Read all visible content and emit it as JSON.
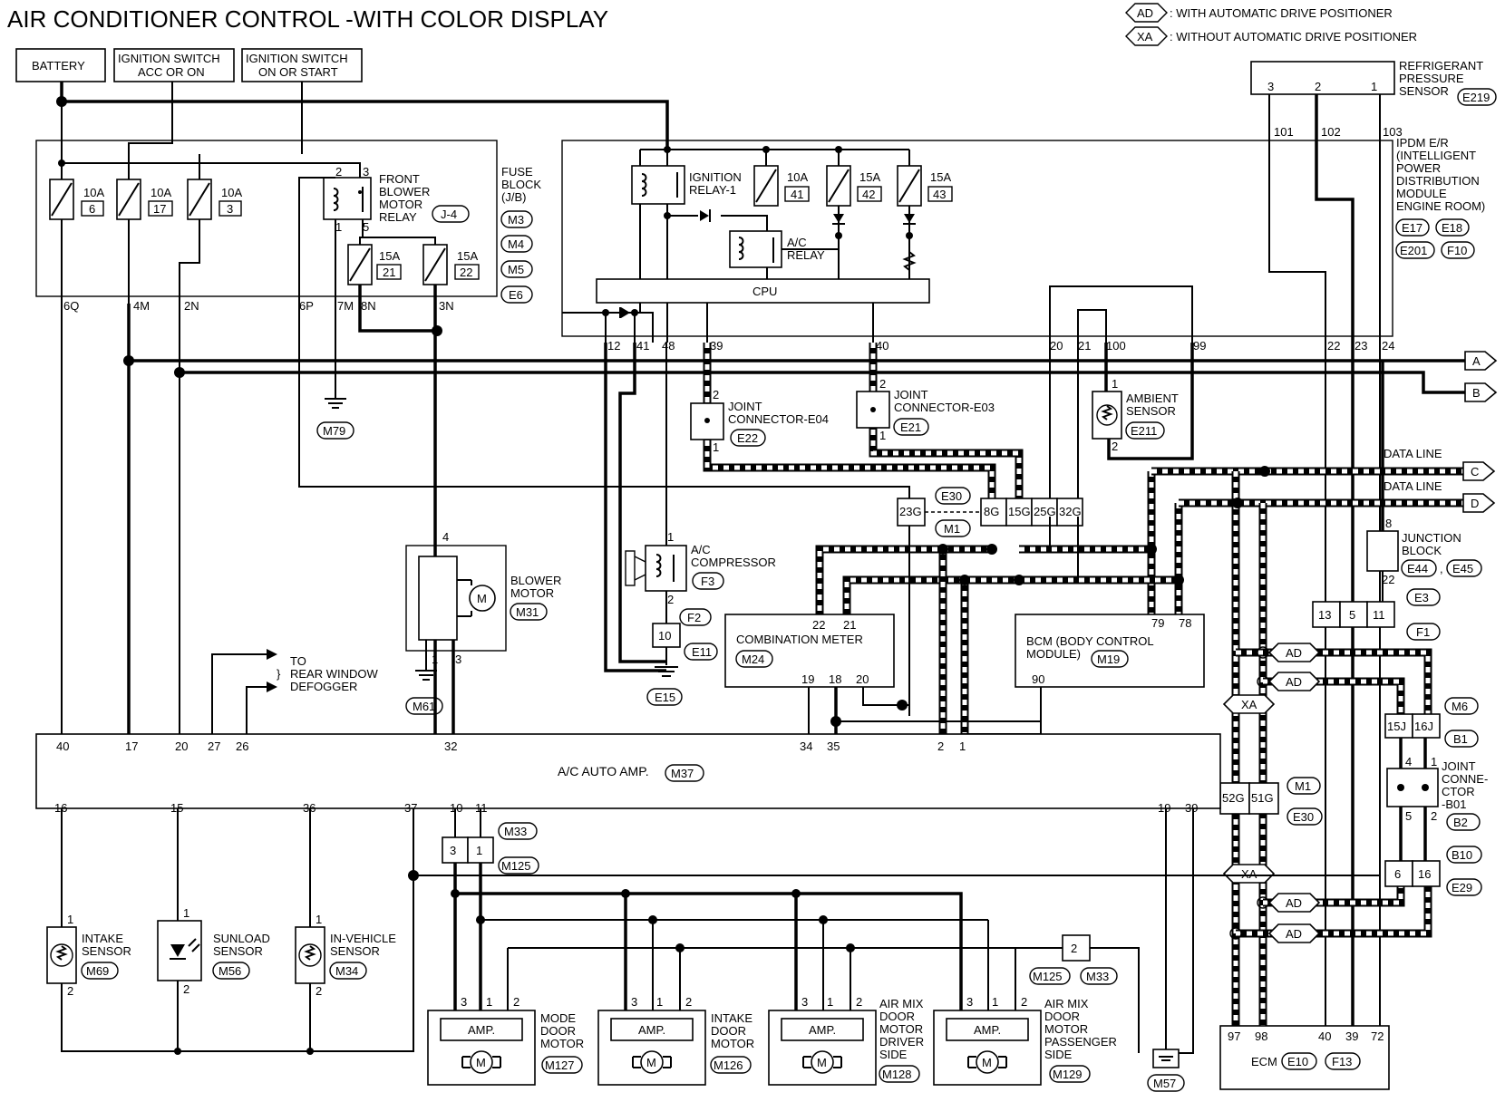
{
  "title": "AIR CONDITIONER CONTROL -WITH COLOR DISPLAY",
  "legend": [
    {
      "code": "AD",
      "text": ": WITH AUTOMATIC DRIVE POSITIONER"
    },
    {
      "code": "XA",
      "text": ": WITHOUT AUTOMATIC DRIVE POSITIONER"
    }
  ],
  "power": {
    "battery": "BATTERY",
    "ign_acc_1": "IGNITION SWITCH",
    "ign_acc_2": "ACC OR ON",
    "ign_on_1": "IGNITION SWITCH",
    "ign_on_2": "ON OR START"
  },
  "fuse_block": {
    "label": [
      "FUSE",
      "BLOCK",
      "(J/B)"
    ],
    "connectors": [
      "M3",
      "M4",
      "M5",
      "E6"
    ],
    "fuses": [
      {
        "amp": "10A",
        "num": "6"
      },
      {
        "amp": "10A",
        "num": "17"
      },
      {
        "amp": "10A",
        "num": "3"
      },
      {
        "amp": "15A",
        "num": "21"
      },
      {
        "amp": "15A",
        "num": "22"
      }
    ],
    "relay_label": [
      "FRONT",
      "BLOWER",
      "MOTOR",
      "RELAY"
    ],
    "relay_conn": "J-4",
    "relay_pins": [
      "2",
      "3",
      "1",
      "5"
    ],
    "pins": [
      "6Q",
      "4M",
      "2N",
      "6P",
      "7M",
      "8N",
      "3N"
    ]
  },
  "ipdm": {
    "label": [
      "IPDM E/R",
      "(INTELLIGENT",
      "POWER",
      "DISTRIBUTION",
      "MODULE",
      "ENGINE ROOM)"
    ],
    "connectors": [
      "E17",
      "E18",
      "E201",
      "F10"
    ],
    "ign_relay": [
      "IGNITION",
      "RELAY-1"
    ],
    "ac_relay": [
      "A/C",
      "RELAY"
    ],
    "cpu": "CPU",
    "fuses": [
      {
        "amp": "10A",
        "num": "41"
      },
      {
        "amp": "15A",
        "num": "42"
      },
      {
        "amp": "15A",
        "num": "43"
      }
    ],
    "pins": [
      "12",
      "41",
      "48",
      "39",
      "40",
      "20",
      "21",
      "100",
      "99",
      "22",
      "23",
      "24"
    ],
    "top_pins": [
      "101",
      "102",
      "103"
    ]
  },
  "refrigerant": {
    "label": [
      "REFRIGERANT",
      "PRESSURE",
      "SENSOR"
    ],
    "conn": "E219",
    "pins": [
      "3",
      "2",
      "1"
    ]
  },
  "joint_e04": {
    "label": [
      "JOINT",
      "CONNECTOR-E04"
    ],
    "conn": "E22",
    "pins": [
      "2",
      "1"
    ]
  },
  "joint_e03": {
    "label": [
      "JOINT",
      "CONNECTOR-E03"
    ],
    "conn": "E21",
    "pins": [
      "2",
      "1"
    ]
  },
  "ambient": {
    "label": [
      "AMBIENT",
      "SENSOR"
    ],
    "conn": "E211",
    "pins": [
      "1",
      "2"
    ]
  },
  "ground_m79": "M79",
  "ground_e15": "E15",
  "ground_m61": "M61",
  "ground_m57": "M57",
  "compressor": {
    "label": [
      "A/C",
      "COMPRESSOR"
    ],
    "conn": "F3",
    "pins": [
      "1",
      "2"
    ],
    "pin_f2": "F2",
    "pin_e11_num": "10",
    "pin_e11": "E11"
  },
  "blower": {
    "label": [
      "BLOWER",
      "MOTOR"
    ],
    "conn": "M31",
    "pins": [
      "4",
      "1",
      "3"
    ]
  },
  "rear_defogger": [
    "TO",
    "REAR WINDOW",
    "DEFOGGER"
  ],
  "mid_connector": {
    "conn_top": "E30",
    "conn_bot": "M1",
    "pins": [
      "23G",
      "8G",
      "15G",
      "25G",
      "32G"
    ]
  },
  "combination_meter": {
    "label": "COMBINATION METER",
    "conn": "M24",
    "pins_top": [
      "22",
      "21"
    ],
    "pins_bot": [
      "19",
      "18",
      "20"
    ]
  },
  "bcm": {
    "label": [
      "BCM (BODY CONTROL",
      "MODULE)"
    ],
    "conn": "M19",
    "pins_top": [
      "79",
      "78"
    ],
    "pin_bot": "90"
  },
  "data_lines": [
    "DATA LINE",
    "DATA LINE"
  ],
  "arrows": [
    "A",
    "B",
    "C",
    "D"
  ],
  "junction_block": {
    "label": [
      "JUNCTION",
      "BLOCK"
    ],
    "conns": [
      "E44",
      "E45"
    ],
    "pins": [
      "8",
      "22"
    ]
  },
  "e3_connector": {
    "pins": [
      "13",
      "5",
      "11"
    ],
    "conn_top": "E3",
    "conn_bot": "F1"
  },
  "m6_connector": {
    "pins": [
      "15J",
      "16J"
    ],
    "conn_top": "M6",
    "conn_bot": "B1"
  },
  "joint_b01": {
    "label": [
      "JOINT",
      "CONNE-",
      "CTOR",
      "-B01"
    ],
    "pins": [
      "4",
      "1",
      "5",
      "2"
    ],
    "conn": "B2"
  },
  "b10_connector": {
    "pins": [
      "6",
      "16"
    ],
    "conn_top": "B10",
    "conn_bot": "E29"
  },
  "m1_e30": {
    "pins": [
      "52G",
      "51G"
    ],
    "conn_top": "M1",
    "conn_bot": "E30"
  },
  "option_tags": [
    "AD",
    "AD",
    "XA",
    "XA",
    "AD",
    "AD"
  ],
  "ac_amp": {
    "label": "A/C AUTO AMP.",
    "conn": "M37",
    "top_pins": [
      "40",
      "17",
      "20",
      "27",
      "26",
      "32",
      "34",
      "35",
      "2",
      "1"
    ],
    "bottom_pins": [
      "16",
      "15",
      "36",
      "37",
      "10",
      "11",
      "19",
      "39"
    ]
  },
  "m33_connector": {
    "pins": [
      "3",
      "1"
    ],
    "conns": [
      "M33",
      "M125"
    ]
  },
  "m125_pin": {
    "num": "2",
    "conns": [
      "M125",
      "M33"
    ]
  },
  "intake_sensor": {
    "label": [
      "INTAKE",
      "SENSOR"
    ],
    "conn": "M69",
    "pins": [
      "1",
      "2"
    ]
  },
  "sunload_sensor": {
    "label": [
      "SUNLOAD",
      "SENSOR"
    ],
    "conn": "M56",
    "pins": [
      "1",
      "2"
    ]
  },
  "invehicle_sensor": {
    "label": [
      "IN-VEHICLE",
      "SENSOR"
    ],
    "conn": "M34",
    "pins": [
      "1",
      "2"
    ]
  },
  "motors": [
    {
      "label": [
        "MODE",
        "DOOR",
        "MOTOR"
      ],
      "conn": "M127",
      "amp": "AMP.",
      "pins": [
        "3",
        "1",
        "2"
      ]
    },
    {
      "label": [
        "INTAKE",
        "DOOR",
        "MOTOR"
      ],
      "conn": "M126",
      "amp": "AMP.",
      "pins": [
        "3",
        "1",
        "2"
      ]
    },
    {
      "label": [
        "AIR MIX",
        "DOOR",
        "MOTOR",
        "DRIVER",
        "SIDE"
      ],
      "conn": "M128",
      "amp": "AMP.",
      "pins": [
        "3",
        "1",
        "2"
      ]
    },
    {
      "label": [
        "AIR MIX",
        "DOOR",
        "MOTOR",
        "PASSENGER",
        "SIDE"
      ],
      "conn": "M129",
      "amp": "AMP.",
      "pins": [
        "3",
        "1",
        "2"
      ]
    }
  ],
  "motor_glyph": "M",
  "ecm": {
    "label": "ECM",
    "conns": [
      "E10",
      "F13"
    ],
    "pins": [
      "97",
      "98",
      "40",
      "39",
      "72"
    ]
  }
}
